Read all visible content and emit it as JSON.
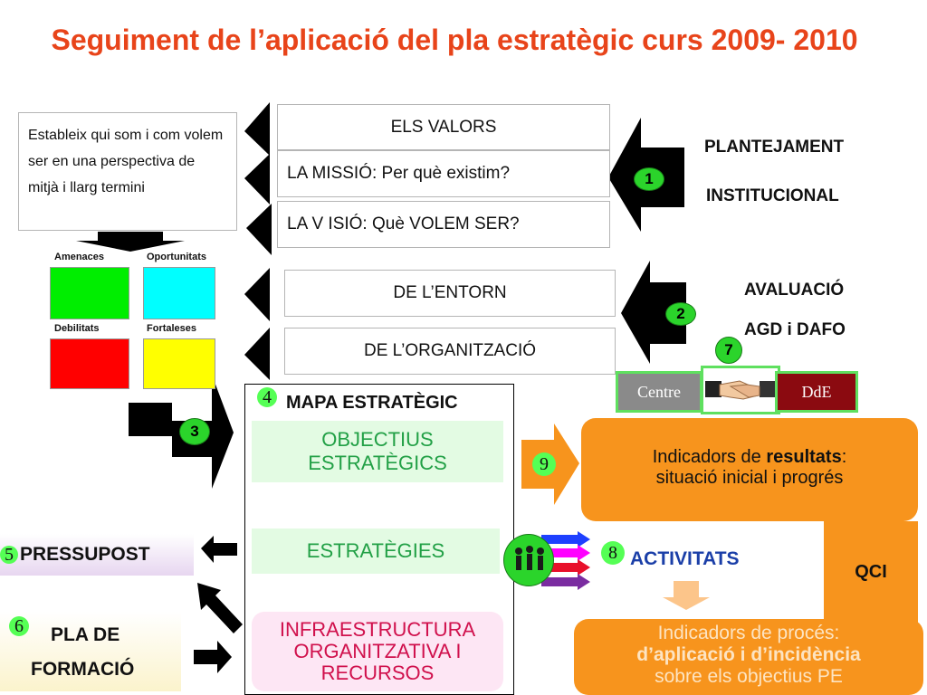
{
  "title": "Seguiment de l’aplicació del pla estratègic curs 2009- 2010",
  "intro_text": "Estableix qui som i com volem ser en una perspectiva de mitjà i llarg termini",
  "institutional": {
    "items": [
      "ELS VALORS",
      "LA MISSIÓ: Per què existim?",
      "LA V ISIÓ: Què VOLEM SER?"
    ],
    "step": "1",
    "label_line1": "PLANTEJAMENT",
    "label_line2": "INSTITUCIONAL"
  },
  "evaluation": {
    "items": [
      "DE L’ENTORN",
      "DE L’ORGANITZACIÓ"
    ],
    "step": "2",
    "label_line1": "AVALUACIÓ",
    "label_line2": "AGD i DAFO"
  },
  "swot": {
    "labels": [
      "Amenaces",
      "Oportunitats",
      "Debilitats",
      "Fortaleses"
    ],
    "colors": [
      "#00ee00",
      "#00ffff",
      "#ff0000",
      "#ffff00"
    ]
  },
  "step3": "3",
  "step7": "7",
  "agreement": {
    "left": "Centre",
    "right": "DdE"
  },
  "map": {
    "num": "4",
    "title": "MAPA ESTRATÈGIC",
    "objectives": "OBJECTIUS ESTRATÈGICS",
    "strategies": "ESTRATÈGIES",
    "infrastructure": "INFRAESTRUCTURA ORGANITZATIVA I RECURSOS"
  },
  "budget": {
    "num": "5",
    "label": "PRESSUPOST"
  },
  "training": {
    "num": "6",
    "line1": "PLA DE",
    "line2": "FORMACIÓ"
  },
  "results": {
    "num": "9",
    "line1": "Indicadors de ",
    "bold": "resultats",
    "tail": ":",
    "line2": "situació inicial i progrés"
  },
  "activities": {
    "num": "8",
    "label": "ACTIVITATS"
  },
  "qci": "QCI",
  "process": {
    "line1": "Indicadors de procés:",
    "line2": "d’aplicació i d’incidència",
    "line3": "sobre els objectius PE"
  },
  "colors": {
    "title": "#e8441a",
    "orange": "#f7941d",
    "green_text": "#22a046",
    "pink_text": "#d0104c"
  }
}
